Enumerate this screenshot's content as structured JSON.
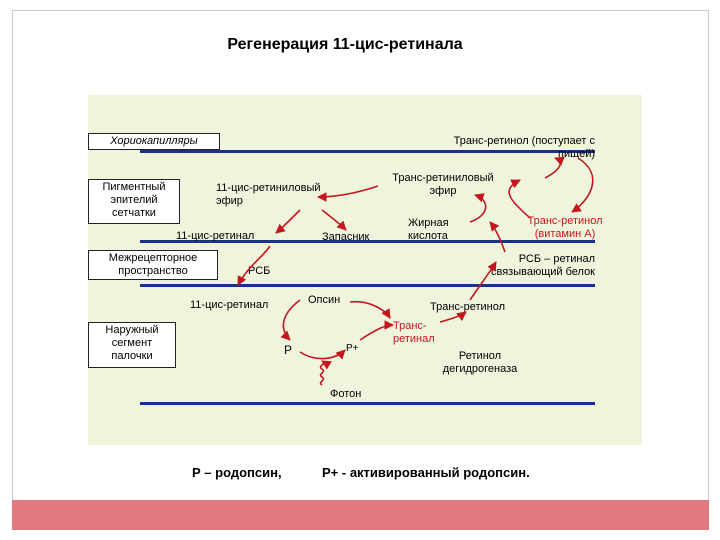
{
  "title": "Регенерация 11-цис-ретинала",
  "labels": {
    "choriocapillaries": "Хориокапилляры",
    "trans_retinol_food": "Транс-ретинол (поступает с пищей)",
    "pigment_epithelium": "Пигментный эпителий сетчатки",
    "cis_retinyl_ester": "11-цис-ретиниловый эфир",
    "trans_retinyl_ester": "Транс-ретиниловый эфир",
    "fatty_acid": "Жирная кислота",
    "trans_retinol_vitA": "Транс-ретинол (витамин А)",
    "cis_retinal_upper": "11-цис-ретинал",
    "storage": "Запасник",
    "interphotoreceptor_space": "Межрецепторное пространство",
    "rbp_short": "РСБ",
    "rbp_long": "РСБ – ретинал связывающий белок",
    "cis_retinal_lower": "11-цис-ретинал",
    "opsin": "Опсин",
    "trans_retinol_lower": "Транс-ретинол",
    "outer_segment": "Наружный сегмент палочки",
    "trans_retinal": "Транс-ретинал",
    "p": "Р",
    "p_plus": "Р+",
    "retinol_dehydrogenase": "Ретинол дегидрогеназа",
    "photon": "Фотон"
  },
  "legend": {
    "rhodopsin": "Р – родопсин,",
    "activated": "Р+ - активированный родопсин."
  },
  "colors": {
    "bar": "#e07a80",
    "panel": "#eef5dc",
    "lines": "#1c2f8a",
    "arrows": "#c4161c"
  }
}
